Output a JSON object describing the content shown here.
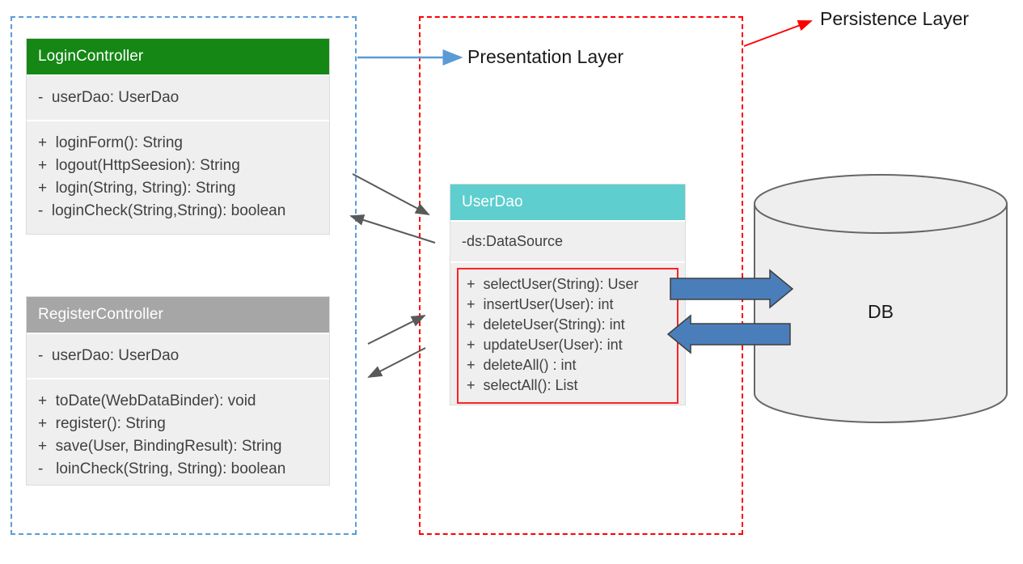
{
  "diagram": {
    "title": "Layered architecture class diagram",
    "colors": {
      "presentation_boundary": "#5B9BD5",
      "persistence_boundary": "#FF0000",
      "login_header": "#148714",
      "register_header": "#A6A6A6",
      "userdao_header": "#5ECECE",
      "class_body": "#EFEFEF",
      "method_highlight": "#FF2222",
      "block_arrow": "#4A7EBB",
      "connector_arrow": "#595959",
      "db_fill": "#EEEEEE",
      "db_stroke": "#666666"
    }
  },
  "annotations": {
    "presentation_layer": "Presentation Layer",
    "persistence_layer": "Persistence Layer"
  },
  "classes": {
    "login_controller": {
      "name": "LoginController",
      "fields": [
        "-  userDao: UserDao"
      ],
      "methods": [
        "+  loginForm(): String",
        "+  logout(HttpSeesion): String",
        "+  login(String, String): String",
        "-  loginCheck(String,String): boolean"
      ]
    },
    "register_controller": {
      "name": "RegisterController",
      "fields": [
        "-  userDao: UserDao"
      ],
      "methods": [
        "+  toDate(WebDataBinder): void",
        "+  register(): String",
        "+  save(User, BindingResult): String",
        "-   loinCheck(String, String): boolean"
      ]
    },
    "user_dao": {
      "name": "UserDao",
      "fields": [
        "-ds:DataSource"
      ],
      "methods": [
        "+  selectUser(String): User",
        "+  insertUser(User): int",
        "+  deleteUser(String): int",
        "+  updateUser(User): int",
        "+  deleteAll() : int",
        "+  selectAll(): List"
      ]
    }
  },
  "database": {
    "label": "DB"
  }
}
